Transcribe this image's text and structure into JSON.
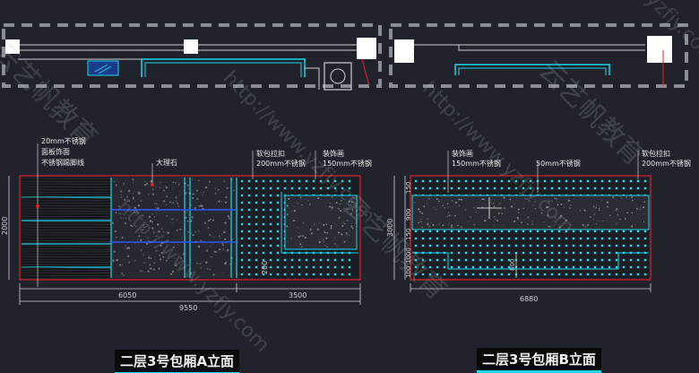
{
  "titles": {
    "elevation_a": "二层3号包厢A立面",
    "elevation_b": "二层3号包厢B立面"
  },
  "labels_a": {
    "stainless_20": "20mm不锈钢",
    "panel_face": "面板饰面",
    "stainless_skirting": "不锈钢踢脚线",
    "marble": "大理石",
    "soft_pack": "软包拉扣",
    "stainless_200": "200mm不锈钢",
    "decor_painting": "装饰画",
    "stainless_150": "150mm不锈钢"
  },
  "labels_b": {
    "decor_painting": "装饰画",
    "stainless_150": "150mm不锈钢",
    "stainless_50": "50mm不锈钢",
    "soft_pack": "软包拉扣",
    "stainless_200": "200mm不锈钢"
  },
  "dimensions": {
    "a_left": "6050",
    "a_right": "3500",
    "a_total": "9550",
    "a_height": "2000",
    "a_small": "200",
    "b_total": "6880",
    "b_height": "3000",
    "b_v1": "150",
    "b_v2": "900",
    "b_v3": "150",
    "b_v4": "1000",
    "b_v5": "100",
    "b_mid": "800"
  },
  "watermark": {
    "url": "http://www.yzfjy.com",
    "brand": "云艺帆教育",
    "corner": "yzfjy.com"
  },
  "colors": {
    "background": "#20232b",
    "cyan": "#19d7f0",
    "red": "#e0202a",
    "white": "#e8e8e8",
    "dark_panel": "#151619",
    "gray_dash": "#8a8f96"
  }
}
